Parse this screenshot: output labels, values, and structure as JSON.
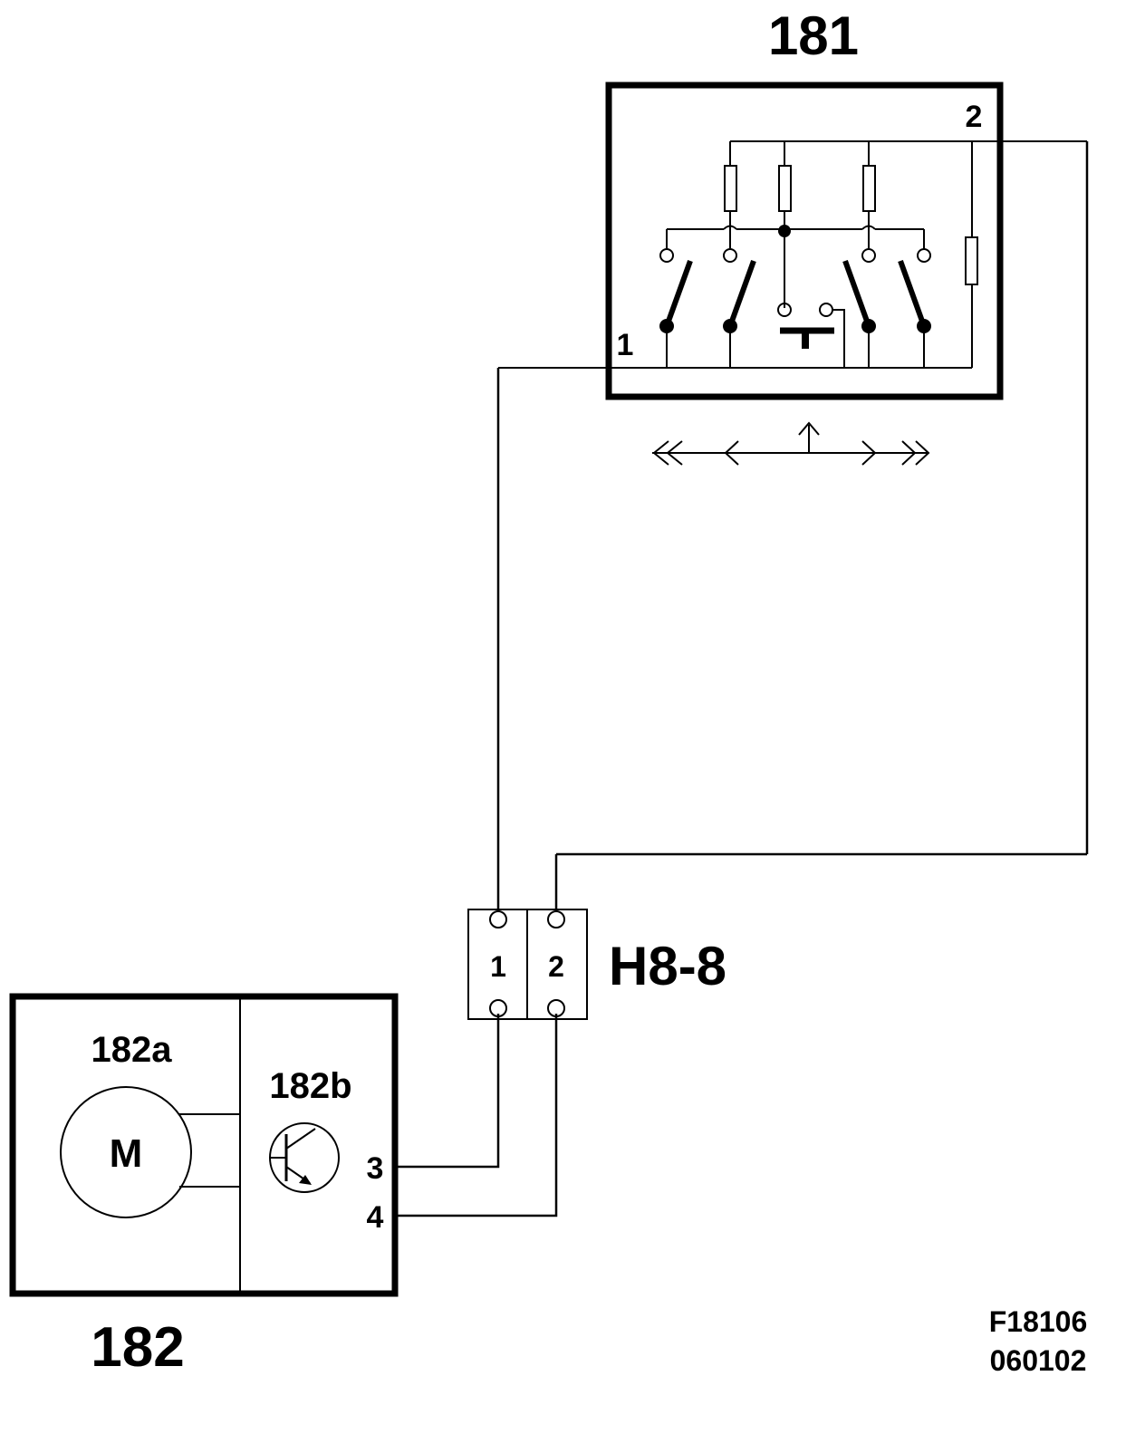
{
  "components": {
    "switch": {
      "id": "181",
      "pin1": "1",
      "pin2": "2"
    },
    "connector": {
      "id": "H8-8",
      "pin1": "1",
      "pin2": "2"
    },
    "fan": {
      "id": "182",
      "motor": {
        "id": "182a",
        "symbol": "M"
      },
      "controller": {
        "id": "182b"
      },
      "pin3": "3",
      "pin4": "4"
    }
  },
  "figure": {
    "ref": "F18106",
    "date": "060102"
  },
  "colors": {
    "line": "#000000",
    "background": "#ffffff"
  }
}
